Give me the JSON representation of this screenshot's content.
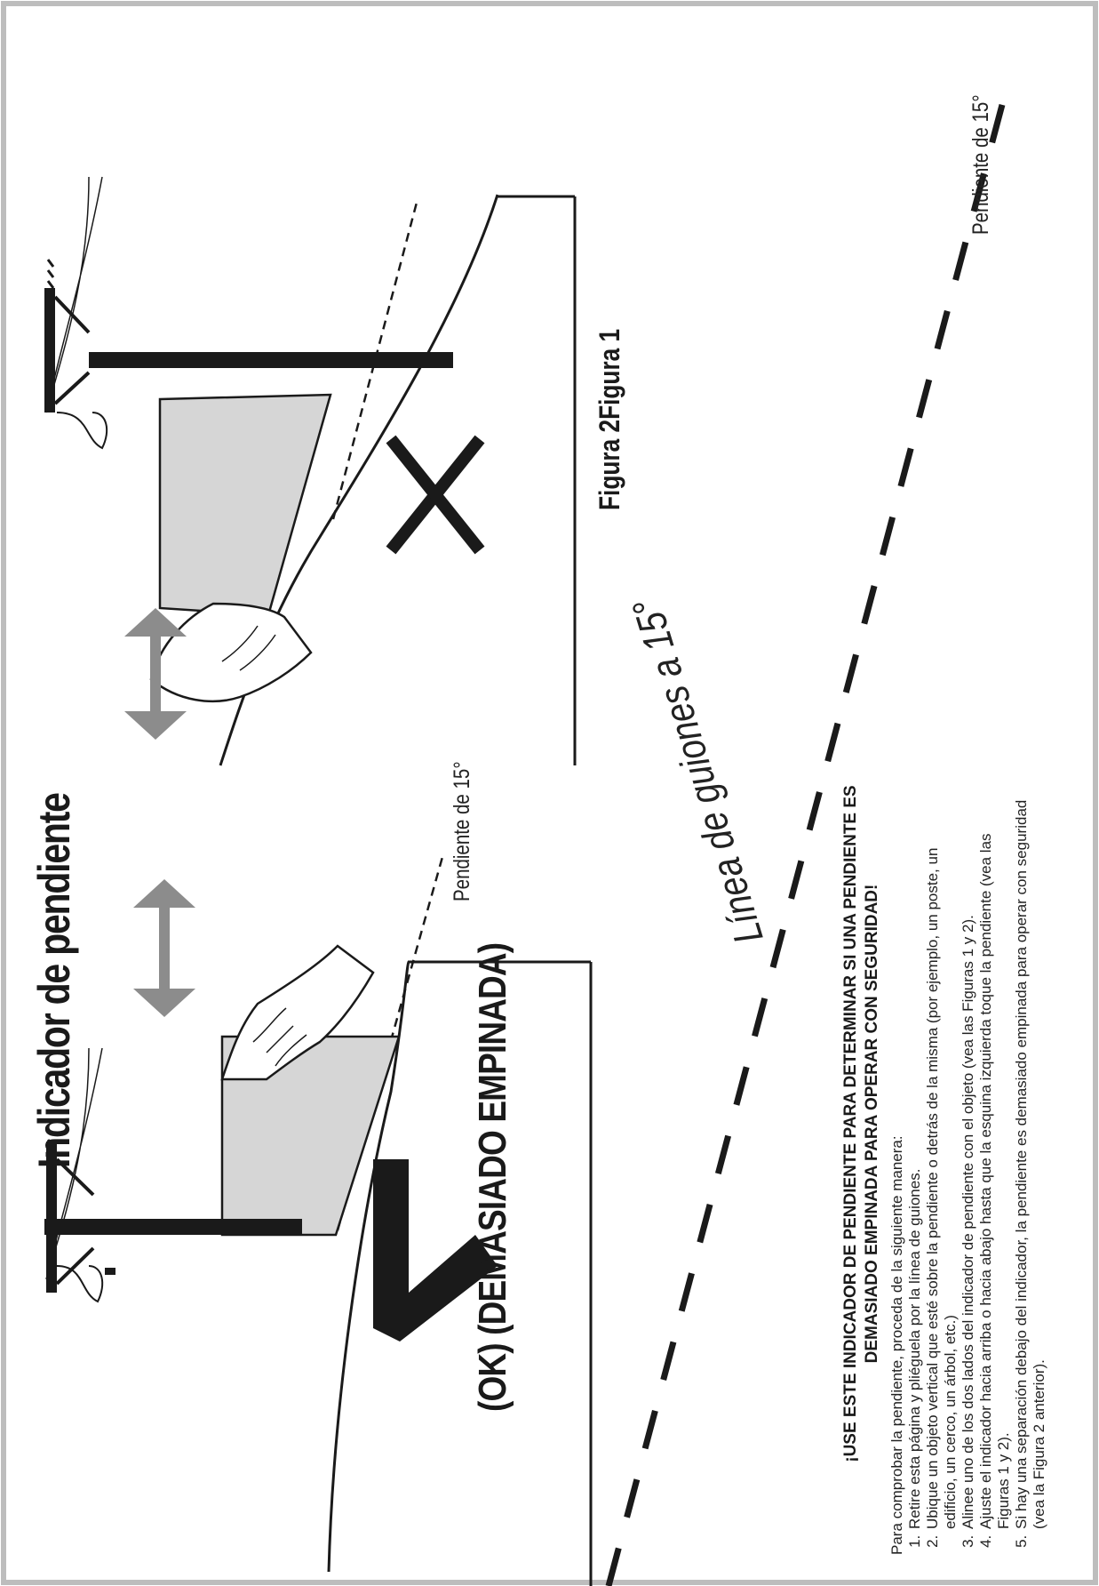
{
  "document": {
    "title": "Indicador de pendiente",
    "ok_caption": "(OK) (DEMASIADO EMPINADA)",
    "figure_caption": "Figura 2Figura 1",
    "slope_label": "Pendiente de 15°",
    "dash_line_label": "Línea de guiones a 15°",
    "warning_heading": "¡USE ESTE INDICADOR DE PENDIENTE PARA DETERMINAR SI UNA PENDIENTE ES DEMASIADO EMPINADA PARA OPERAR CON SEGURIDAD!",
    "intro": "Para comprobar la pendiente, proceda de la siguiente manera:",
    "steps": [
      "Retire esta página y pliéguela por la línea de guiones.",
      "Ubique un objeto vertical que esté sobre la pendiente o detrás de la misma (por ejemplo, un poste, un edificio, un cerco, un árbol, etc.)",
      "Alinee uno de los dos lados del indicador de pendiente con el objeto (vea las Figuras 1 y 2).",
      "Ajuste el indicador hacia arriba o hacia abajo hasta que la esquina izquierda toque la pendiente (vea las Figuras 1 y 2).",
      "Si hay una separación debajo del indicador, la pendiente es demasiado empinada para operar con seguridad (vea la Figura 2 anterior)."
    ]
  },
  "colors": {
    "ink": "#1a1a1a",
    "paper": "#d6d6d6",
    "arrow": "#8c8c8c",
    "border": "#bdbdbd"
  },
  "icons": [
    "check-mark-icon",
    "x-mark-icon",
    "double-arrow-icon",
    "hand-icon",
    "utility-pole-icon"
  ]
}
